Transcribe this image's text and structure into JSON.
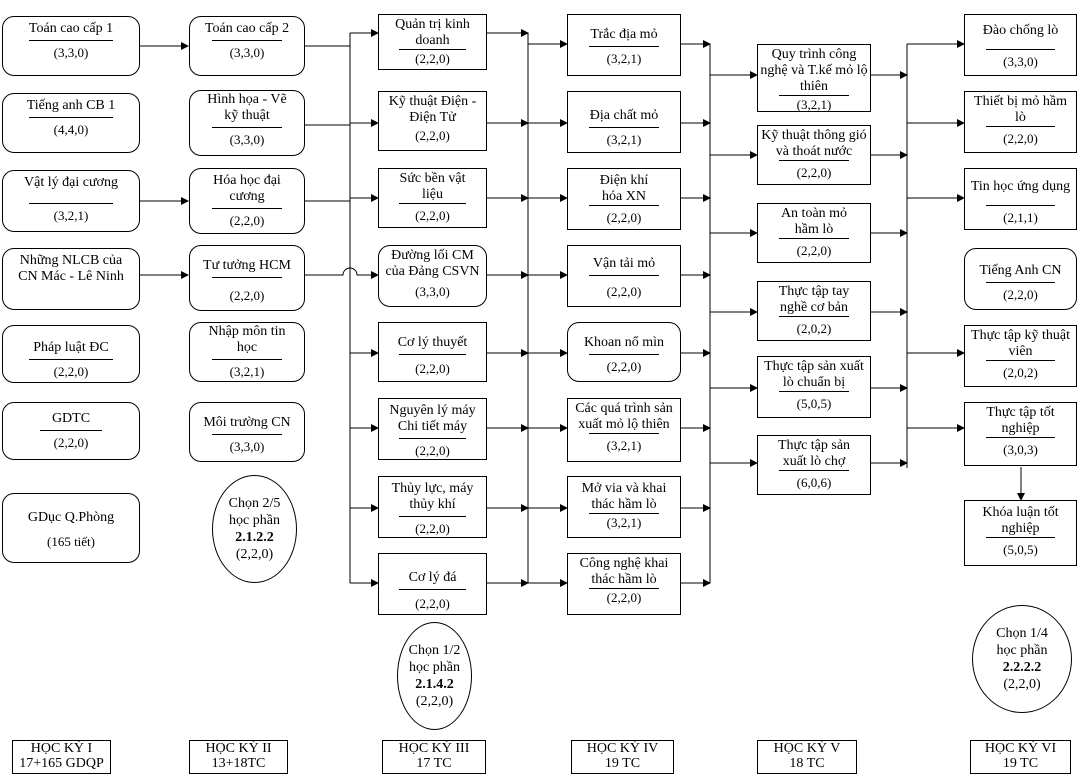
{
  "semesters": [
    {
      "title": "HỌC KỲ I",
      "credits": "17+165 GDQP"
    },
    {
      "title": "HỌC KỲ II",
      "credits": "13+18TC"
    },
    {
      "title": "HỌC KỲ III",
      "credits": "17 TC"
    },
    {
      "title": "HỌC KỲ IV",
      "credits": "19 TC"
    },
    {
      "title": "HỌC KỲ V",
      "credits": "18 TC"
    },
    {
      "title": "HỌC KỲ VI",
      "credits": "19 TC"
    }
  ],
  "sem1": [
    {
      "name": "Toán cao cấp 1",
      "credits": "(3,3,0)"
    },
    {
      "name": "Tiếng anh CB 1",
      "credits": "(4,4,0)"
    },
    {
      "name": "Vật lý đại cương",
      "credits": "(3,2,1)"
    },
    {
      "name": "Những NLCB của CN Mác - Lê Ninh",
      "credits": ""
    },
    {
      "name": "Pháp luật ĐC",
      "credits": "(2,2,0)"
    },
    {
      "name": "GDTC",
      "credits": "(2,2,0)"
    },
    {
      "name": "GDục Q.Phòng",
      "credits": "(165 tiết)"
    }
  ],
  "sem2": [
    {
      "name": "Toán cao cấp 2",
      "credits": "(3,3,0)"
    },
    {
      "name": "Hình họa - Vẽ kỹ thuật",
      "credits": "(3,3,0)"
    },
    {
      "name": "Hóa học đại cương",
      "credits": "(2,2,0)"
    },
    {
      "name": "Tư tưởng HCM",
      "credits": "(2,2,0)"
    },
    {
      "name": "Nhập môn tin học",
      "credits": "(3,2,1)"
    },
    {
      "name": "Môi trường CN",
      "credits": "(3,3,0)"
    }
  ],
  "sem3": [
    {
      "name": "Quản trị kinh doanh",
      "credits": "(2,2,0)"
    },
    {
      "name": "Kỹ thuật Điện - Điện Tử",
      "credits": "(2,2,0)"
    },
    {
      "name": "Sức bền vật liệu",
      "credits": "(2,2,0)"
    },
    {
      "name": "Đường lối CM của Đảng CSVN",
      "credits": "(3,3,0)"
    },
    {
      "name": "Cơ lý thuyết",
      "credits": "(2,2,0)"
    },
    {
      "name": "Nguyên lý máy Chi tiết máy",
      "credits": "(2,2,0)"
    },
    {
      "name": "Thủy lực, máy thủy khí",
      "credits": "(2,2,0)"
    },
    {
      "name": "Cơ lý đá",
      "credits": "(2,2,0)"
    }
  ],
  "sem4": [
    {
      "name": "Trắc địa mỏ",
      "credits": "(3,2,1)"
    },
    {
      "name": "Địa chất mỏ",
      "credits": "(3,2,1)"
    },
    {
      "name": "Điện khí hóa XN",
      "credits": "(2,2,0)"
    },
    {
      "name": "Vận tải mỏ",
      "credits": "(2,2,0)"
    },
    {
      "name": "Khoan nổ mìn",
      "credits": "(2,2,0)"
    },
    {
      "name": "Các quá trình sản xuất mỏ lộ thiên",
      "credits": "(3,2,1)"
    },
    {
      "name": "Mở via và khai thác hầm lò",
      "credits": "(3,2,1)"
    },
    {
      "name": "Công nghệ khai thác hầm lò",
      "credits": "(2,2,0)"
    }
  ],
  "sem5": [
    {
      "name": "Quy trình công nghệ và T.kế mỏ lộ thiên",
      "credits": "(3,2,1)"
    },
    {
      "name": "Kỹ thuật thông gió và thoát nước",
      "credits": "(2,2,0)"
    },
    {
      "name": "An toàn mỏ hầm lò",
      "credits": "(2,2,0)"
    },
    {
      "name": "Thực tập tay nghề cơ bản",
      "credits": "(2,0,2)"
    },
    {
      "name": "Thực tập sản xuất lò chuẩn bị",
      "credits": "(5,0,5)"
    },
    {
      "name": "Thực tập sản xuất lò chợ",
      "credits": "(6,0,6)"
    }
  ],
  "sem6": [
    {
      "name": "Đào chống lò",
      "credits": "(3,3,0)"
    },
    {
      "name": "Thiết bị mỏ hầm lò",
      "credits": "(2,2,0)"
    },
    {
      "name": "Tin học ứng dụng",
      "credits": "(2,1,1)"
    },
    {
      "name": "Tiếng Anh CN",
      "credits": "(2,2,0)"
    },
    {
      "name": "Thực tập kỹ thuật viên",
      "credits": "(2,0,2)"
    },
    {
      "name": "Thực tập tốt nghiệp",
      "credits": "(3,0,3)"
    },
    {
      "name": "Khóa luận tốt nghiệp",
      "credits": "(5,0,5)"
    }
  ],
  "electives": [
    {
      "line1": "Chọn 2/5",
      "line2": "học phần",
      "code": "2.1.2.2",
      "credits": "(2,2,0)"
    },
    {
      "line1": "Chọn 1/2",
      "line2": "học phần",
      "code": "2.1.4.2",
      "credits": "(2,2,0)"
    },
    {
      "line1": "Chọn 1/4",
      "line2": "học phần",
      "code": "2.2.2.2",
      "credits": "(2,2,0)"
    }
  ]
}
